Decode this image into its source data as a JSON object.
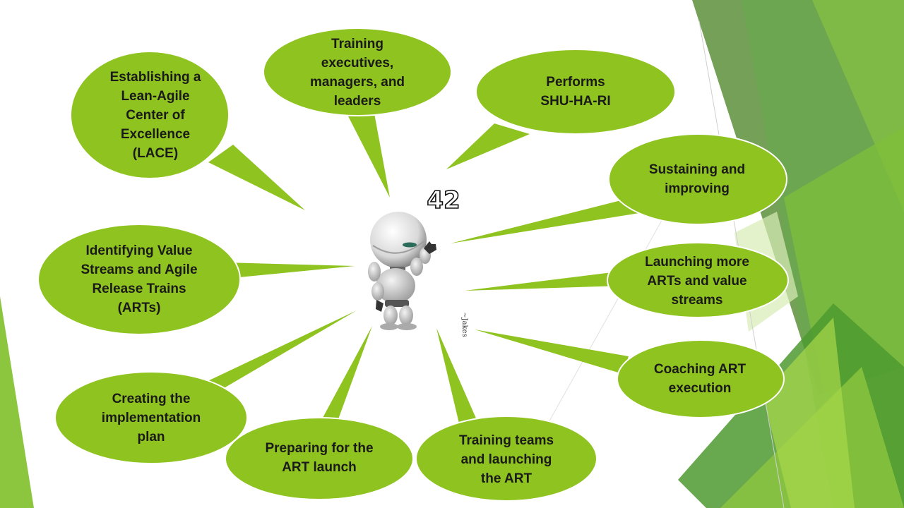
{
  "bubbles": [
    {
      "id": "lace",
      "text": "Establishing a\nLean-Agile\nCenter of\nExcellence\n(LACE)"
    },
    {
      "id": "training-exec",
      "text": "Training\nexecutives,\nmanagers, and\nleaders"
    },
    {
      "id": "shuhari",
      "text": "Performs\nSHU-HA-RI"
    },
    {
      "id": "sustaining",
      "text": "Sustaining and\nimproving"
    },
    {
      "id": "identifying",
      "text": "Identifying Value\nStreams and Agile\nRelease Trains\n(ARTs)"
    },
    {
      "id": "launching-more",
      "text": "Launching more\nARTs and value\nstreams"
    },
    {
      "id": "coaching",
      "text": "Coaching ART\nexecution"
    },
    {
      "id": "creating-plan",
      "text": "Creating the\nimplementation\nplan"
    },
    {
      "id": "preparing",
      "text": "Preparing for the\nART launch"
    },
    {
      "id": "training-teams",
      "text": "Training teams\nand launching\nthe ART"
    }
  ],
  "center": {
    "number": "42",
    "signature": "~Jakes"
  },
  "colors": {
    "bubble": "#8fc31f",
    "dark_green": "#4f8a2c",
    "mid_green": "#6aa84f",
    "light_green": "#a8d84a"
  }
}
